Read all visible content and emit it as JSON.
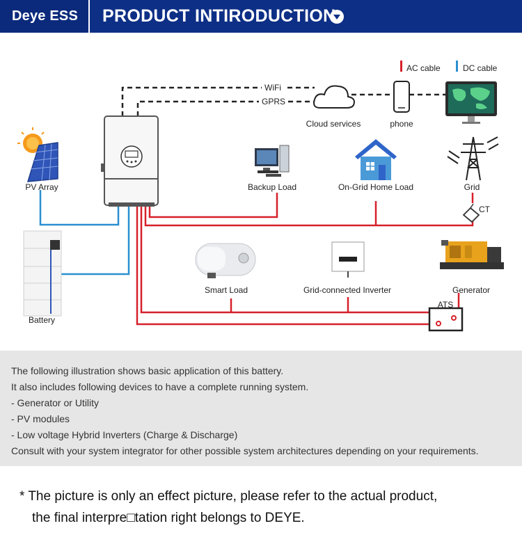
{
  "header": {
    "brand": "Deye ESS",
    "title": "PRODUCT INTIRODUCTION"
  },
  "colors": {
    "ac_cable": "#d6202a",
    "dc_cable": "#2a8fd0",
    "header_bg": "#0d2f86",
    "comm_line": "#222222"
  },
  "legend": {
    "ac": "AC cable",
    "dc": "DC cable"
  },
  "diagram": {
    "labels": {
      "wifi": "WiFi",
      "gprs": "GPRS",
      "cloud": "Cloud services",
      "phone": "phone",
      "pv": "PV Array",
      "backup": "Backup Load",
      "ongrid": "On-Grid Home Load",
      "grid": "Grid",
      "ct": "CT",
      "battery": "Battery",
      "smart": "Smart Load",
      "gci": "Grid-connected Inverter",
      "generator": "Generator",
      "ats": "ATS"
    }
  },
  "description": {
    "lines": [
      "The following illustration shows basic application of this battery.",
      "It also includes following devices to have a complete running system.",
      "- Generator or Utility",
      "- PV modules",
      "- Low voltage Hybrid Inverters (Charge & Discharge)",
      "Consult with your system integrator for other possible system architectures depending on your requirements."
    ]
  },
  "note": {
    "line1": "* The picture is only an effect picture, please refer to the actual product,",
    "line2": "the final interpre□tation right belongs to DEYE."
  }
}
